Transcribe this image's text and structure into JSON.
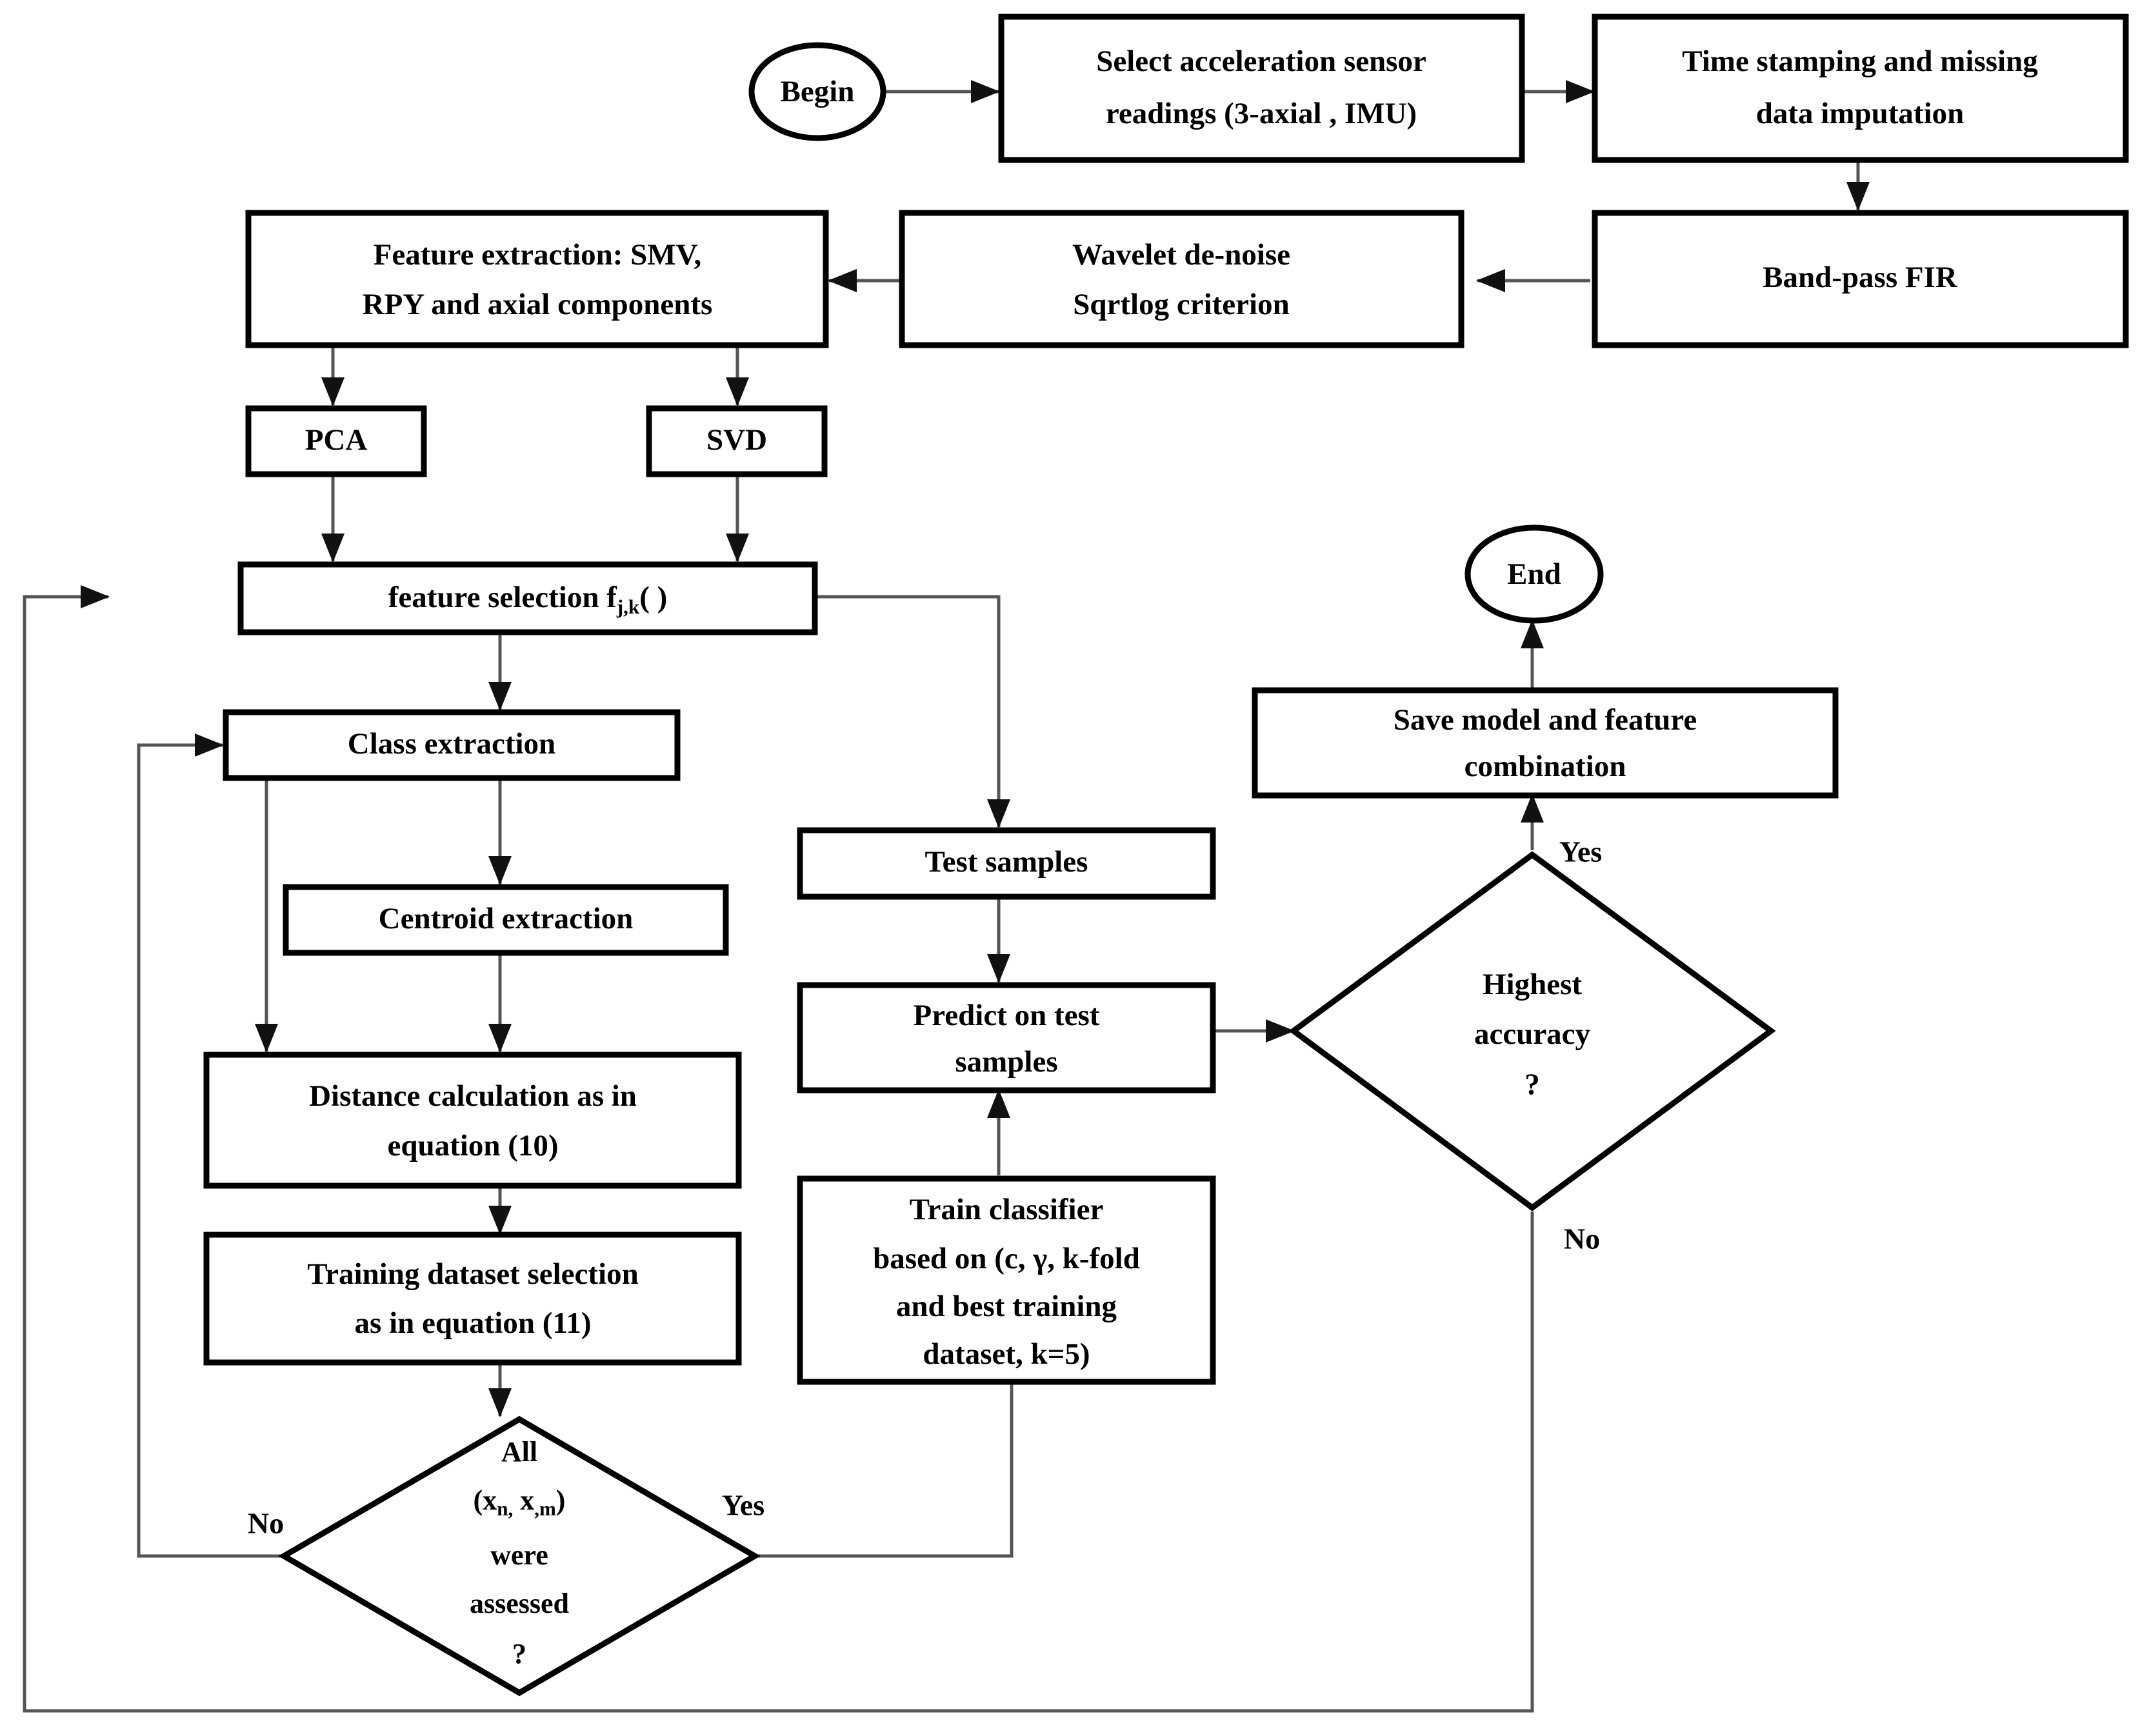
{
  "diagram": {
    "title": "Activity recognition pipeline flowchart",
    "type": "flowchart",
    "colors": {
      "stroke": "#000000",
      "connector": "#555555",
      "fill": "#ffffff"
    }
  },
  "nodes": {
    "begin": {
      "shape": "terminal",
      "label": "Begin"
    },
    "select_sensor": {
      "shape": "process",
      "line1": "Select acceleration sensor",
      "line2": "readings (3-axial , IMU)"
    },
    "time_stamp": {
      "shape": "process",
      "line1": "Time stamping and missing",
      "line2": "data imputation"
    },
    "bandpass": {
      "shape": "process",
      "line1": "Band-pass FIR"
    },
    "wavelet": {
      "shape": "process",
      "line1": "Wavelet de-noise",
      "line2": "Sqrtlog criterion"
    },
    "feature_extract": {
      "shape": "process",
      "line1": "Feature extraction: SMV,",
      "line2": "RPY and axial components"
    },
    "pca": {
      "shape": "process",
      "line1": "PCA"
    },
    "svd": {
      "shape": "process",
      "line1": "SVD"
    },
    "feature_select": {
      "shape": "process",
      "prefix": "feature selection f",
      "sub": "j,k",
      "suffix": "( )"
    },
    "class_extract": {
      "shape": "process",
      "line1": "Class extraction"
    },
    "centroid_extract": {
      "shape": "process",
      "line1": "Centroid extraction"
    },
    "distance_calc": {
      "shape": "process",
      "line1": "Distance calculation as in",
      "line2": "equation (10)"
    },
    "training_select": {
      "shape": "process",
      "line1": "Training dataset selection",
      "line2": "as in equation (11)"
    },
    "all_assessed": {
      "shape": "decision",
      "line1": "All",
      "line2_pre": "(x",
      "line2_sub1": "n,",
      "line2_mid": " x",
      "line2_sub2": ",m",
      "line2_post": ")",
      "line3": "were",
      "line4": "assessed",
      "line5": "?"
    },
    "test_samples": {
      "shape": "process",
      "line1": "Test samples"
    },
    "predict": {
      "shape": "process",
      "line1": "Predict on test",
      "line2": "samples"
    },
    "train_classifier": {
      "shape": "process",
      "line1": "Train classifier",
      "line2": "based on (c,  γ, k-fold",
      "line3": "and best training",
      "line4": "dataset,  k=5)"
    },
    "highest_accuracy": {
      "shape": "decision",
      "line1": "Highest",
      "line2": "accuracy",
      "line3": "?"
    },
    "save_model": {
      "shape": "process",
      "line1": "Save model and feature",
      "line2": "combination"
    },
    "end": {
      "shape": "terminal",
      "label": "End"
    }
  },
  "edge_labels": {
    "assessed_no": "No",
    "assessed_yes": "Yes",
    "accuracy_yes": "Yes",
    "accuracy_no": "No"
  }
}
